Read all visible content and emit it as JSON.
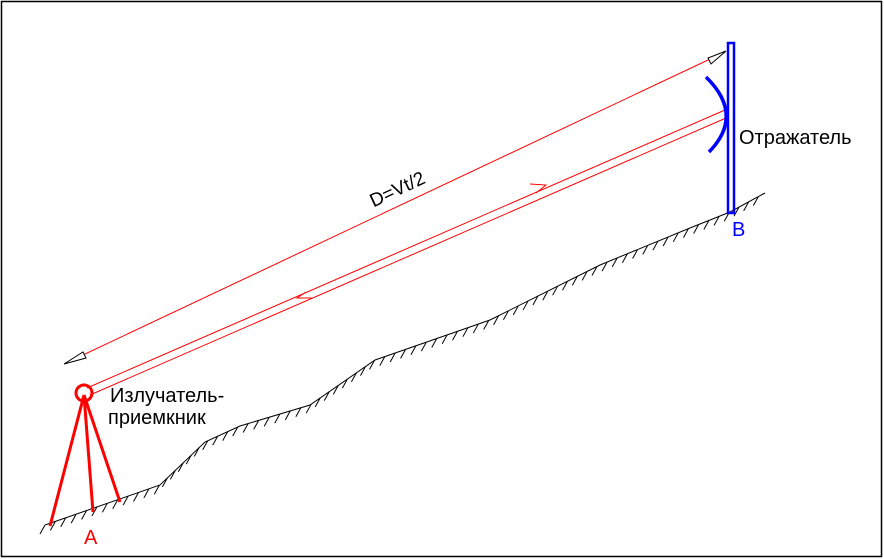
{
  "labels": {
    "formula": "D=Vt/2",
    "emitter_line1": "Излучатель-",
    "emitter_line2": "приемкник",
    "reflector": "Отражатель",
    "point_a": "A",
    "point_b": "B"
  },
  "colors": {
    "beam": "#ff0000",
    "reflector": "#0000ff",
    "ground": "#000000",
    "text": "#000000"
  }
}
